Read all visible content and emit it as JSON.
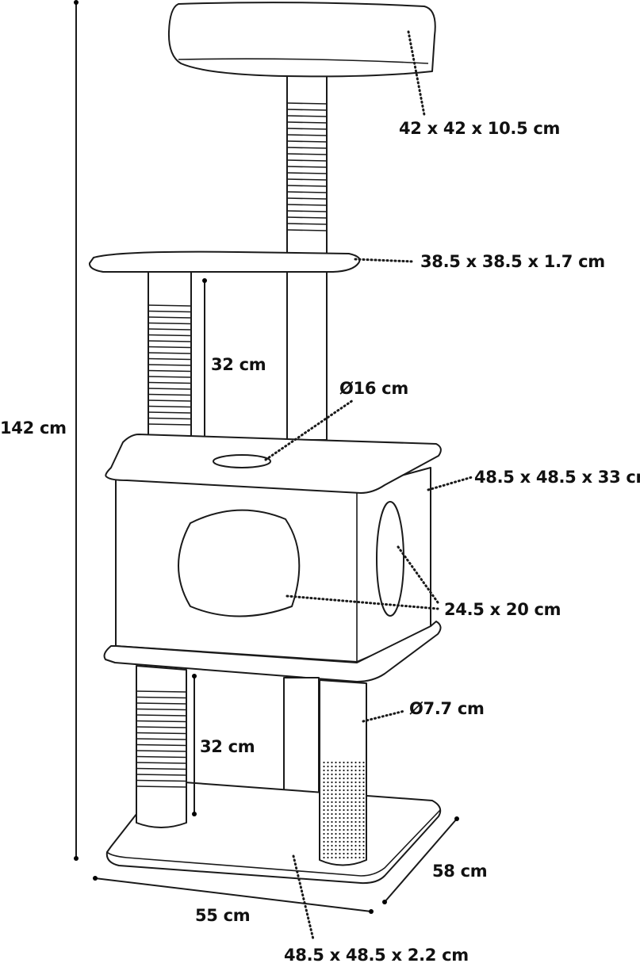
{
  "title": "Cat tree dimensions",
  "labels": {
    "top_bed": "42 x 42 x 10.5 cm",
    "middle_platform": "38.5 x 38.5 x 1.7 cm",
    "upper_post_height": "32 cm",
    "hole_diameter": "Ø16 cm",
    "total_height": "142 cm",
    "box": "48.5 x 48.5 x 33 cm",
    "box_openings": "24.5 x 20 cm",
    "post_diameter": "Ø7.7 cm",
    "lower_post_height": "32 cm",
    "depth": "58 cm",
    "width": "55 cm",
    "base": "48.5 x 48.5 x 2.2 cm"
  }
}
